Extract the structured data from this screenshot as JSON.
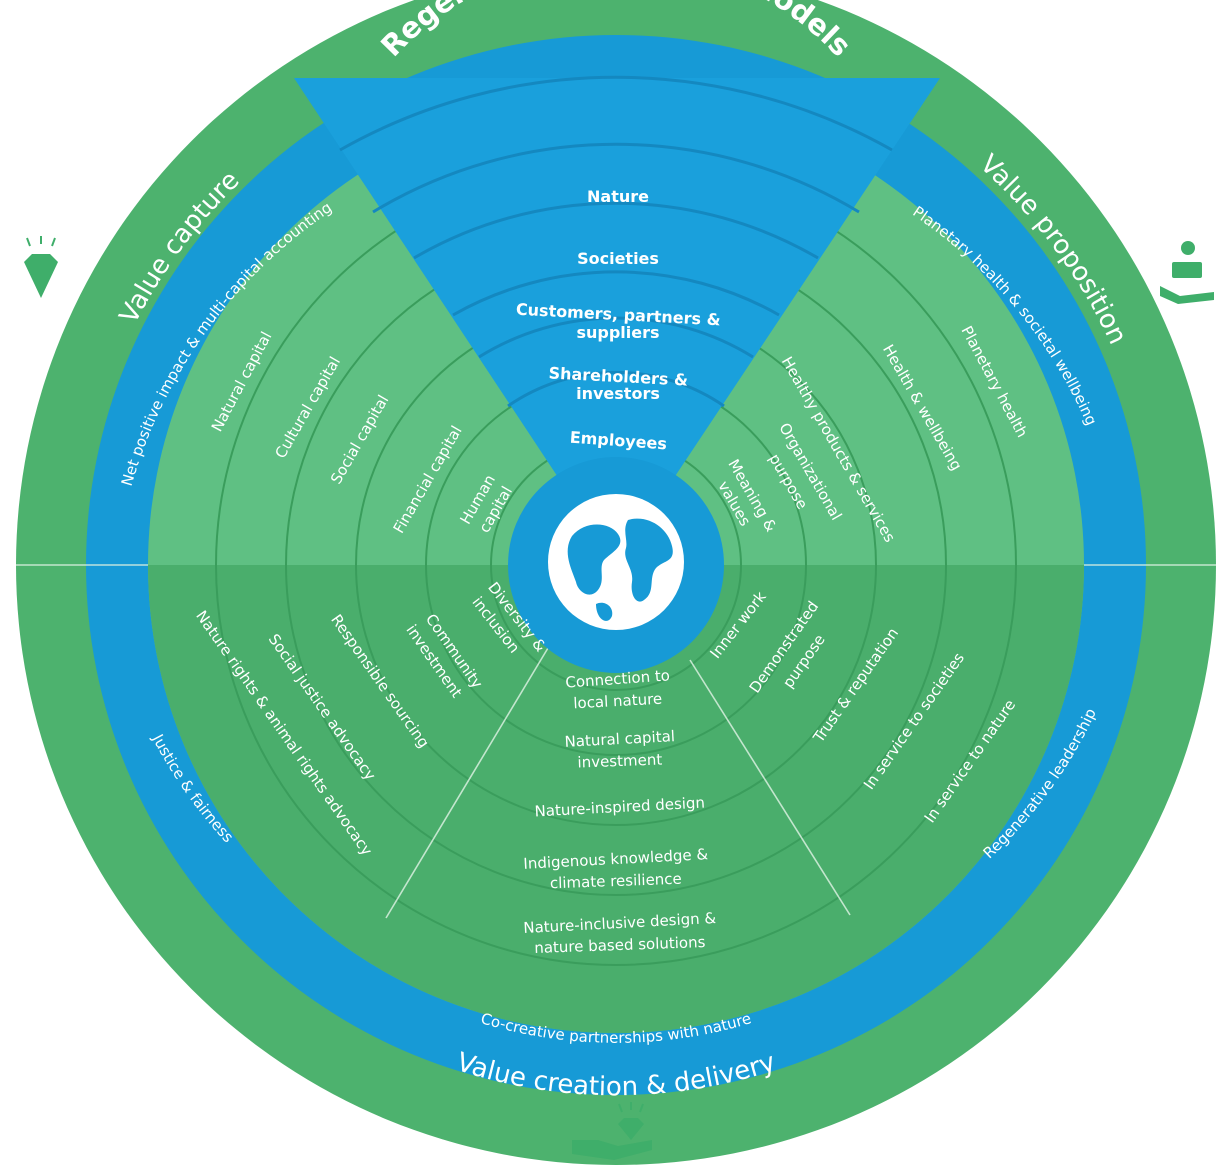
{
  "title": "Regenerative business models",
  "colors": {
    "blue": "#1aa0dc",
    "blue_ring": "#179ad6",
    "green_outer": "#4db26e",
    "green_top": "#5fc083",
    "green_bottom": "#46ad68",
    "white": "#ffffff"
  },
  "icons": {
    "center": "globe-icon",
    "value_capture": "gem-icon",
    "value_proposition": "hand-plant-icon",
    "value_creation": "hand-gem-icon"
  },
  "outer_labels": {
    "value_capture": "Value capture",
    "value_proposition": "Value proposition",
    "value_creation": "Value creation & delivery"
  },
  "ring_labels": {
    "net_positive": "Net positive impact & multi-capital accounting",
    "planetary_societal": "Planetary health & societal wellbeing",
    "justice": "Justice & fairness",
    "co_creative": "Co-creative partnerships with nature",
    "regenerative_leadership": "Regenerative leadership"
  },
  "stakeholders": [
    "Nature",
    "Societies",
    "Customers, partners &",
    "suppliers",
    "Shareholders &",
    "investors",
    "Employees"
  ],
  "capital": [
    "Natural capital",
    "Cultural capital",
    "Social capital",
    "Financial capital",
    "Human",
    "capital"
  ],
  "proposition": [
    "Planetary health",
    "Health & wellbeing",
    "Healthy products & services",
    "Organizational",
    "purpose",
    "Meaning &",
    "values"
  ],
  "delivery": {
    "left": [
      "Nature rights & animal rights advocacy",
      "Social justice advocacy",
      "Responsible sourcing",
      "Community",
      "investment",
      "Diversity &",
      "inclusion"
    ],
    "center": [
      "Connection to",
      "local nature",
      "Natural capital",
      "investment",
      "Nature-inspired design",
      "Indigenous knowledge &",
      "climate resilience",
      "Nature-inclusive design &",
      "nature based solutions"
    ],
    "right": [
      "Inner work",
      "Demonstrated",
      "purpose",
      "Trust & reputation",
      "In service to societies",
      "In service to nature"
    ]
  }
}
